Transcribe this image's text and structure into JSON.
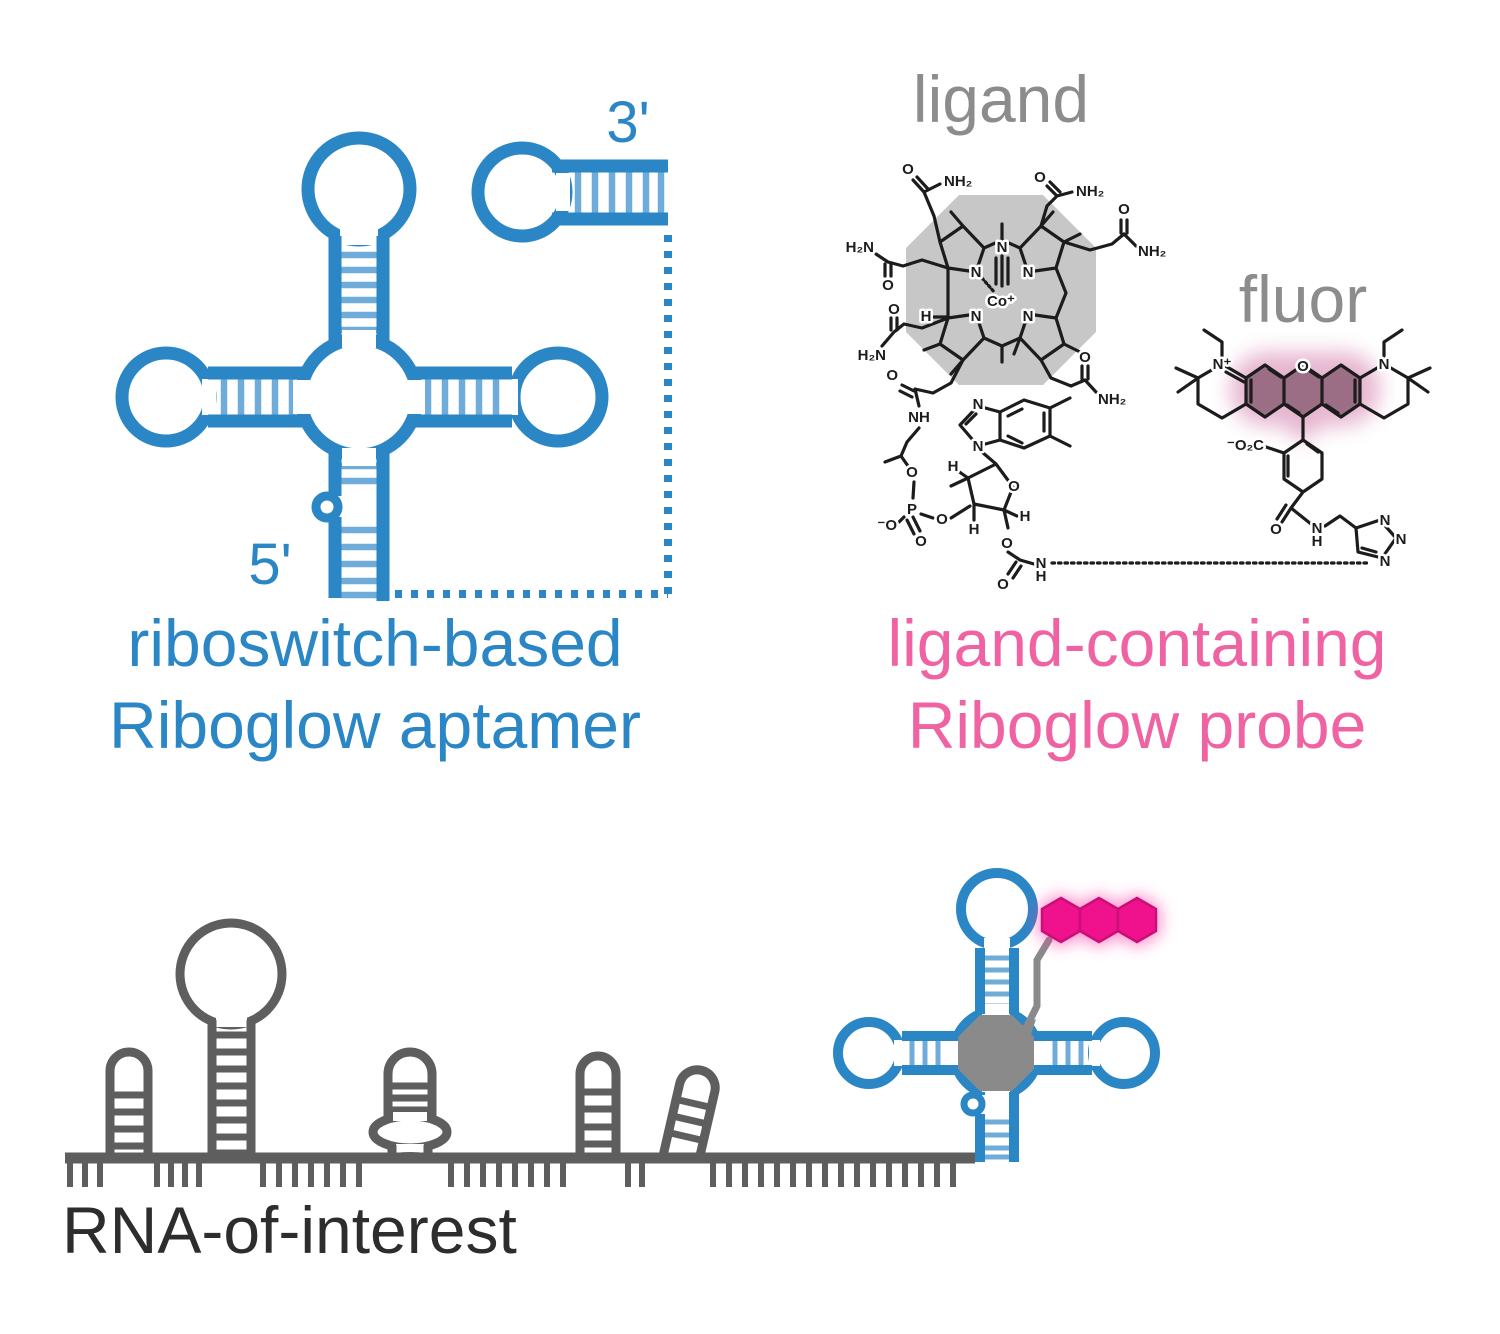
{
  "colors": {
    "aptamer_blue": "#2B86C6",
    "rung_light_blue": "#6FACDA",
    "gray_title": "#8C8C8C",
    "ligand_octagon_gray": "#C7C7C7",
    "bound_octagon_gray": "#8A8A8A",
    "rna_gray": "#5E5E5E",
    "probe_pink_text": "#EF63A2",
    "fluor_magenta": "#F0128C",
    "xanthene_mauve": "#8D6278",
    "chem_black": "#1C1C1C",
    "caption_dark": "#2D2D2D"
  },
  "aptamer_panel": {
    "three_prime_label": "3'",
    "five_prime_label": "5'",
    "caption_line1": "riboswitch-based",
    "caption_line2": "Riboglow aptamer"
  },
  "probe_panel": {
    "ligand_title": "ligand",
    "fluor_title": "fluor",
    "caption_line1": "ligand-containing",
    "caption_line2": "Riboglow probe"
  },
  "rna_panel": {
    "caption": "RNA-of-interest"
  },
  "chem": {
    "ligand_atoms": [
      "O",
      "NH₂",
      "O",
      "NH₂",
      "O",
      "NH₂",
      "H₂N",
      "O",
      "O",
      "H₂N",
      "O",
      "NH₂",
      "N",
      "N",
      "N",
      "N",
      "N",
      "Co⁺",
      "H",
      "O",
      "NH",
      "O",
      "P",
      "⁻O",
      "O",
      "O",
      "N",
      "N",
      "H",
      "O",
      "H",
      "H",
      "O",
      "O",
      "N",
      "H"
    ],
    "fluor_atoms": [
      "N⁺",
      "O",
      "N",
      "⁻O₂C",
      "O",
      "N",
      "H",
      "N",
      "N",
      "N"
    ]
  }
}
